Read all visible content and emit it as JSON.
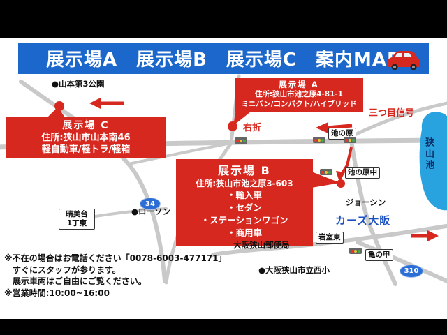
{
  "header": {
    "title": "展示場A　展示場B　展示場C　案内MAP",
    "car_icon": "red-car-icon"
  },
  "callouts": {
    "a": {
      "name": "展示場 A",
      "address": "住所:狭山市池之原4-81-1",
      "vehicles": "ミニバン/コンパクト/ハイブリッド"
    },
    "b": {
      "name": "展示場 B",
      "address": "住所:狭山市池之原3-603",
      "vehicles": [
        "・輸入車",
        "・セダン",
        "・ステーションワゴン",
        "・商用車"
      ]
    },
    "c": {
      "name": "展示場 C",
      "address": "住所:狭山市山本南46",
      "vehicles": "軽自動車/軽トラ/軽箱"
    }
  },
  "labels": {
    "park": "●山本第3公園",
    "right_turn": "右折",
    "third_signal": "三つ目信号",
    "ikenohara": "池の原",
    "ikenohara_naka": "池の原中",
    "joshin": "ジョーシン",
    "cars_osaka": "カーズ大阪",
    "harumidai_line1": "晴美台",
    "harumidai_line2": "1丁東",
    "lawson": "●ローソン",
    "post_office": "大阪狭山郵便局",
    "iwamuro_higashi": "岩室東",
    "kame_no_ko": "亀の甲",
    "nishi_elementary": "●大阪狭山市立西小",
    "sayama_lake": "狭山池",
    "route_34": "34",
    "route_310": "310"
  },
  "notes": {
    "lines": [
      "※不在の場合はお電話ください「0078-6003-477171」",
      "　すぐにスタッフが参ります。",
      "　展示車両はご自由にご覧ください。",
      "※営業時間:10:00~16:00"
    ]
  },
  "colors": {
    "header_blue": "#1b67cc",
    "accent_red": "#d7281f",
    "road_gray": "#c9c9c9",
    "water_blue": "#29a3e0",
    "cars_osaka_blue": "#1b50c0",
    "route_shield_blue": "#2b6fd6"
  }
}
